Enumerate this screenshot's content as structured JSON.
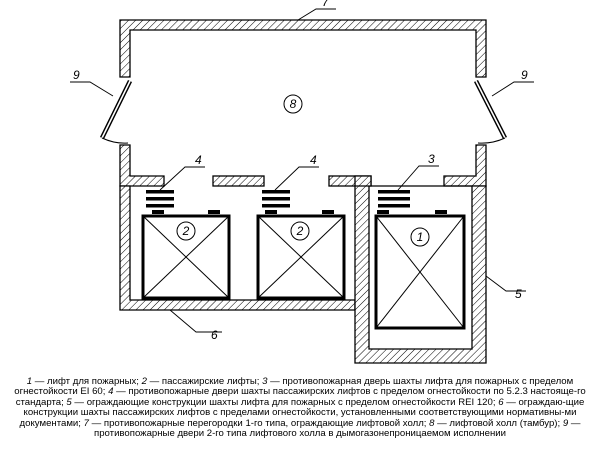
{
  "diagram": {
    "callouts": [
      "7",
      "9",
      "9",
      "4",
      "4",
      "3",
      "5",
      "6"
    ],
    "marks": [
      "8",
      "2",
      "2",
      "1"
    ]
  },
  "legend": [
    {
      "num": "1",
      "text": " — лифт для пожарных; "
    },
    {
      "num": "2",
      "text": " — пассажирские лифты; "
    },
    {
      "num": "3",
      "text": " — противопожарная дверь шахты лифта для пожарных с пределом огнестойкости EI 60; "
    },
    {
      "num": "4",
      "text": " — противопожарные двери шахты пассажирских лифтов с пределом огнестойкости по 5.2.3 настояще-го стандарта; "
    },
    {
      "num": "5",
      "text": " — ограждающие конструкции шахты лифта для пожарных с пределом огнестойкости REI 120; "
    },
    {
      "num": "6",
      "text": " — ограждаю-щие конструкции шахты пассажирских лифтов с пределами огнестойкости, установленными соответствующими нормативны-ми документами; "
    },
    {
      "num": "7",
      "text": " — противопожарные перегородки 1-го типа, ограждающие лифтовой холл; "
    },
    {
      "num": "8",
      "text": " — лифтовой холл (тамбур); "
    },
    {
      "num": "9",
      "text": " — противопожарные двери 2-го типа лифтового холла в дымогазонепроницаемом исполнении"
    }
  ]
}
